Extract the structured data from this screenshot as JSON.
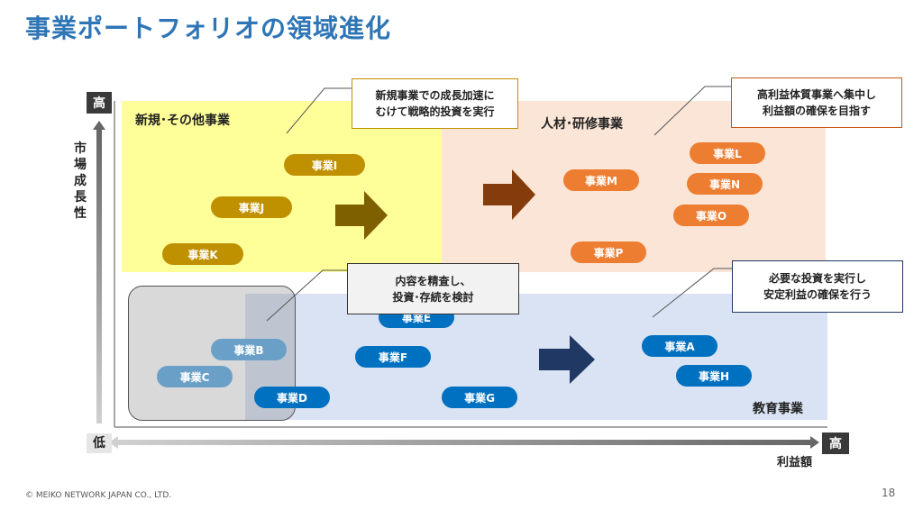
{
  "title": "事業ポートフォリオの領域進化",
  "axes": {
    "y_label": "市場成長性",
    "y_high": "高",
    "y_low": "低",
    "x_label": "利益額",
    "x_high": "高"
  },
  "zones": {
    "new": {
      "label": "新規･その他事業"
    },
    "hr": {
      "label": "人材･研修事業"
    },
    "edu": {
      "label": "教育事業"
    }
  },
  "businesses": {
    "I": "事業I",
    "J": "事業J",
    "K": "事業K",
    "L": "事業L",
    "M": "事業M",
    "N": "事業N",
    "O": "事業O",
    "P": "事業P",
    "A": "事業A",
    "B": "事業B",
    "C": "事業C",
    "D": "事業D",
    "E": "事業E",
    "F": "事業F",
    "G": "事業G",
    "H": "事業H"
  },
  "callouts": {
    "new": "新規事業での成長加速に\nむけて戦略的投資を実行",
    "hr": "高利益体質事業へ集中し\n利益額の確保を目指す",
    "review": "内容を精査し、\n投資･存続を検討",
    "edu": "必要な投資を実行し\n安定利益の確保を行う"
  },
  "colors": {
    "title": "#2e75b6",
    "new_zone": "#ffff99",
    "hr_zone": "#fbe5d6",
    "edu_zone": "#dae3f3",
    "gold": "#bf9000",
    "orange": "#ed7d31",
    "blue": "#0070c0"
  },
  "footer": "© MEIKO NETWORK JAPAN CO., LTD.",
  "page_number": "18"
}
